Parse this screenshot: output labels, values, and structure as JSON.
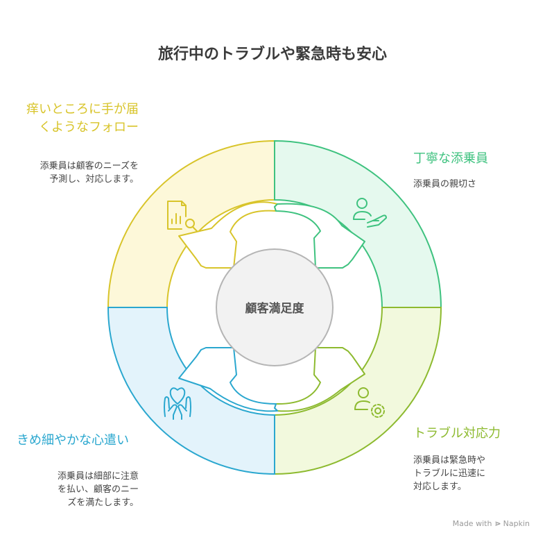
{
  "title": "旅行中のトラブルや緊急時も安心",
  "center": {
    "label": "顧客満足度"
  },
  "sections": {
    "top_left": {
      "heading": "痒いところに手が届\nくようなフォロー",
      "description": "添乗員は顧客のニーズを\n予測し、対応します。",
      "icon": "report-search-icon",
      "color": "#d8c42a",
      "fill": "#fdf8d9"
    },
    "top_right": {
      "heading": "丁寧な添乗員",
      "description": "添乗員の親切さ",
      "icon": "person-helping-hand-icon",
      "color": "#3ec27f",
      "fill": "#e5f9ee"
    },
    "bottom_right": {
      "heading": "トラブル対応力",
      "description": "添乗員は緊急時や\nトラブルに迅速に\n対応します。",
      "icon": "person-gear-icon",
      "color": "#8dba2f",
      "fill": "#f2f9dd"
    },
    "bottom_left": {
      "heading": "きめ細やかな心遣い",
      "description": "添乗員は細部に注意\nを払い、顧客のニー\nズを満たします。",
      "icon": "hands-heart-icon",
      "color": "#2aa7cf",
      "fill": "#e3f3fb"
    }
  },
  "footer": {
    "made_with": "Made with",
    "brand": "Napkin"
  }
}
